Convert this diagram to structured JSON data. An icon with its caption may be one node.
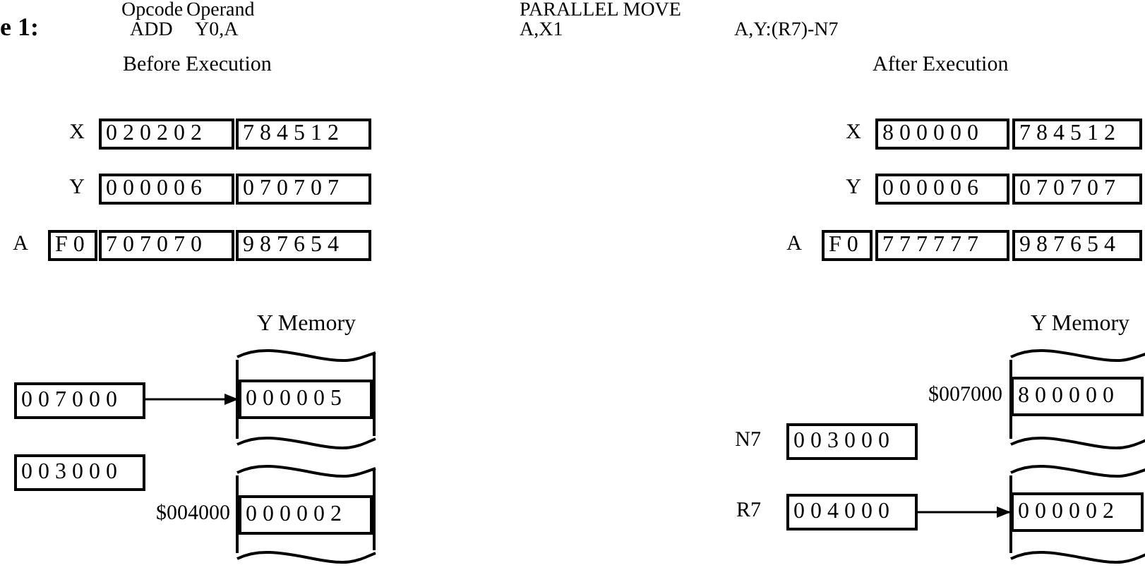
{
  "diagram": {
    "nodes": [
      {
        "text": [
          "020202"
        ],
        "beside": [
          "X"
        ]
      },
      {
        "text": [
          "784512"
        ]
      },
      {
        "text": [
          "000006"
        ],
        "beside": [
          "Y"
        ]
      },
      {
        "text": [
          "070707"
        ]
      },
      {
        "text": [
          "F0"
        ],
        "beside": [
          "A"
        ]
      },
      {
        "text": [
          "707070"
        ]
      },
      {
        "text": [
          "987654"
        ]
      },
      {
        "text": [
          "007000"
        ]
      },
      {
        "text": [
          "003000"
        ]
      },
      {
        "text": [
          "Y Memory"
        ]
      },
      {
        "text": [
          "000005"
        ],
        "in": 9
      },
      {
        "text": [],
        "shape": "box"
      },
      {
        "text": [
          "000002"
        ],
        "in": 11,
        "beside": [
          "$004000"
        ]
      },
      {
        "text": [
          "800000"
        ],
        "beside": [
          "X"
        ]
      },
      {
        "text": [
          "784512"
        ]
      },
      {
        "text": [
          "000006"
        ],
        "beside": [
          "Y"
        ]
      },
      {
        "text": [
          "070707"
        ]
      },
      {
        "text": [
          "F0"
        ],
        "beside": [
          "A"
        ]
      },
      {
        "text": [
          "777777"
        ]
      },
      {
        "text": [
          "987654"
        ]
      },
      {
        "text": [
          "Y Memory"
        ]
      },
      {
        "text": [
          "800000"
        ],
        "in": 20,
        "beside": [
          "$007000"
        ]
      },
      {
        "text": [
          "003000"
        ],
        "beside": [
          "N7"
        ]
      },
      {
        "text": [
          "004000"
        ],
        "beside": [
          "R7"
        ]
      },
      {
        "text": [],
        "shape": "box"
      },
      {
        "text": [
          "000002"
        ],
        "in": 24
      }
    ],
    "edges": [
      {
        "from": 7,
        "to": 10,
        "arrow": "to"
      },
      {
        "from": 23,
        "to": 25,
        "arrow": "to"
      }
    ],
    "labels": [
      "e 1:",
      "Opcode",
      "ADD",
      "Operand",
      "Y0,A",
      "PARALLEL MOVE",
      "A,X1",
      "A,Y:(R7)-N7",
      "Before Execution",
      "After Execution"
    ]
  }
}
